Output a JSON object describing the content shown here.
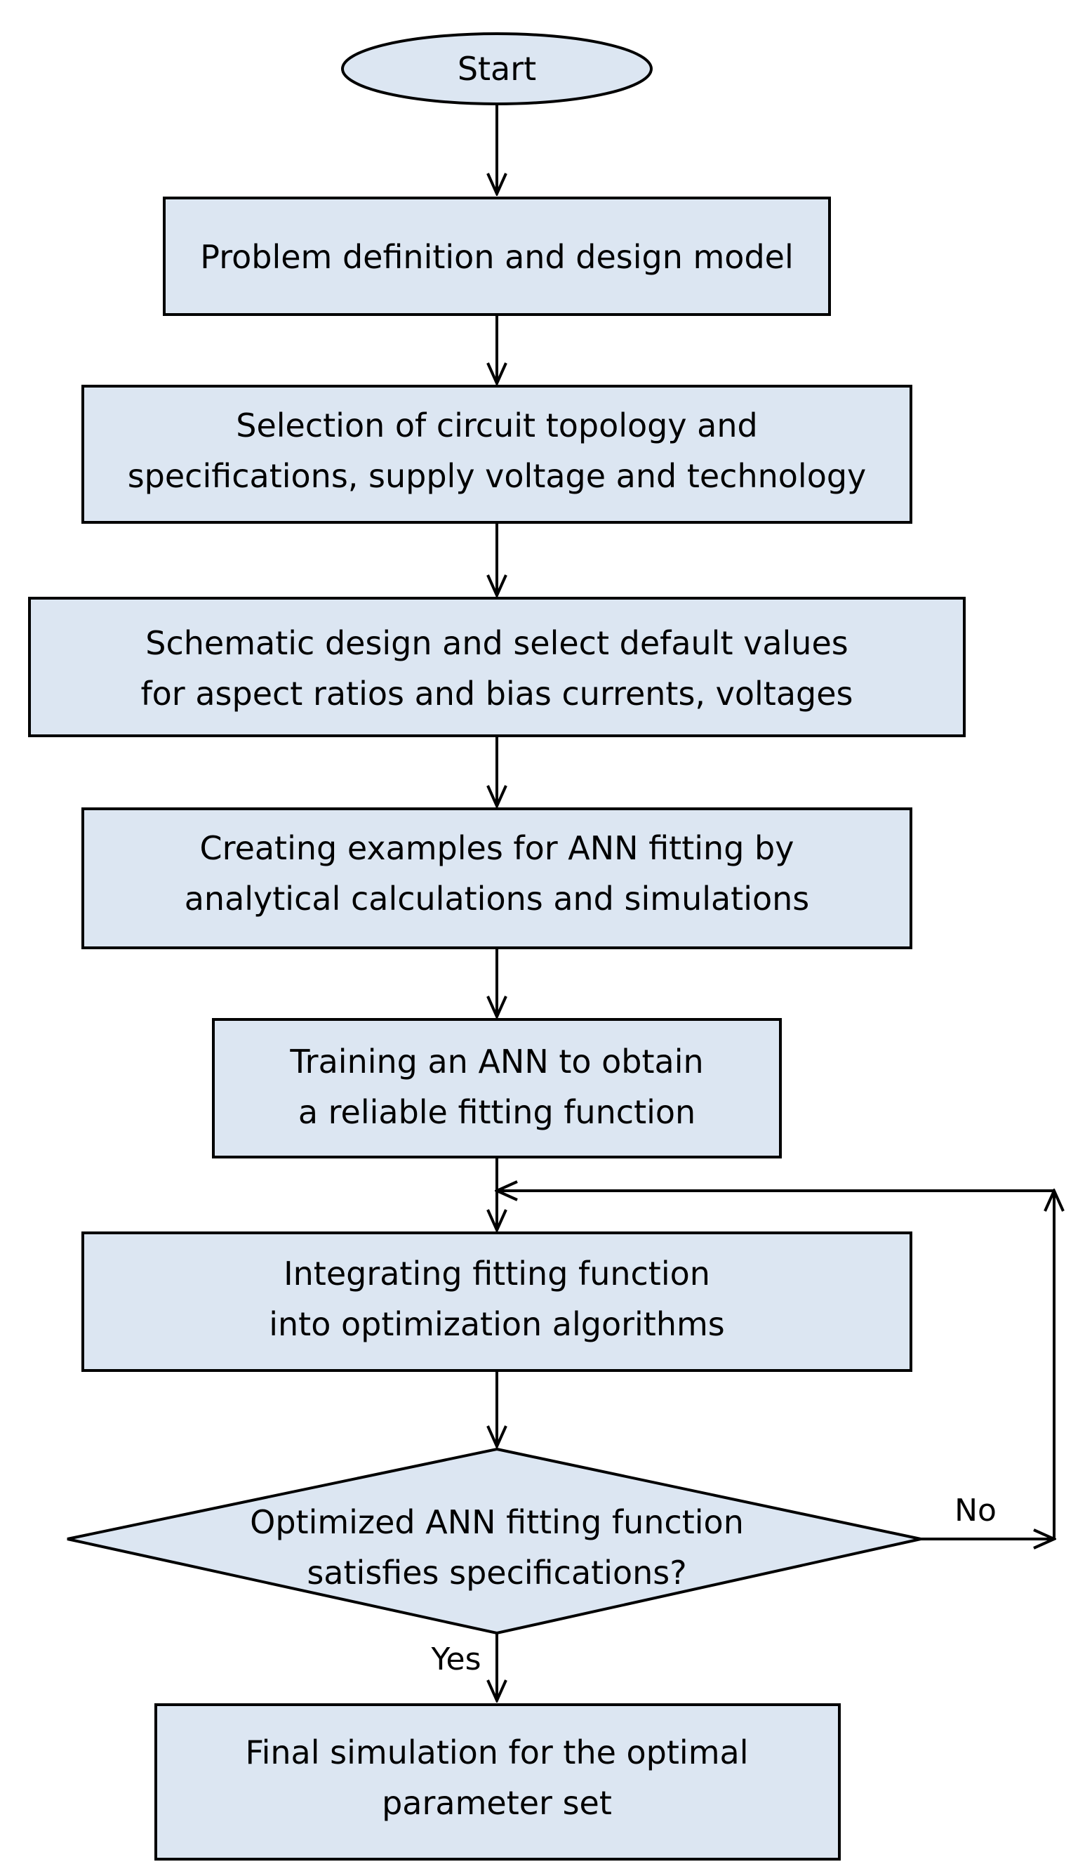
{
  "colors": {
    "node_fill": "#dce6f2",
    "stroke": "#000000",
    "text": "#000000",
    "background": "#ffffff"
  },
  "nodes": {
    "start": {
      "label": "Start"
    },
    "problem_definition": {
      "lines": [
        "Problem definition and design model"
      ]
    },
    "topology_selection": {
      "lines": [
        "Selection of circuit topology and",
        "specifications, supply voltage and technology"
      ]
    },
    "schematic_design": {
      "lines": [
        "Schematic design and select default values",
        "for aspect ratios and bias currents, voltages"
      ]
    },
    "creating_examples": {
      "lines": [
        "Creating examples for ANN fitting by",
        "analytical calculations and simulations"
      ]
    },
    "training_ann": {
      "lines": [
        "Training an ANN to obtain",
        "a reliable fitting function"
      ]
    },
    "integrating": {
      "lines": [
        "Integrating fitting function",
        "into optimization algorithms"
      ]
    },
    "decision": {
      "lines": [
        "Optimized ANN fitting function",
        "satisfies specifications?"
      ]
    },
    "final_simulation": {
      "lines": [
        "Final simulation for the optimal",
        "parameter set"
      ]
    }
  },
  "edges": {
    "no_label": "No",
    "yes_label": "Yes"
  }
}
